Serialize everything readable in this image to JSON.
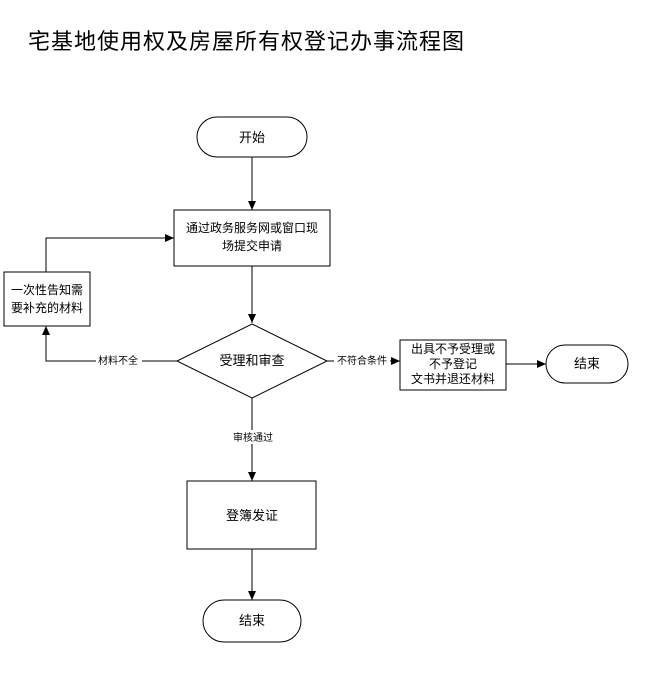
{
  "title": "宅基地使用权及房屋所有权登记办事流程图",
  "nodes": {
    "start": "开始",
    "apply": [
      "通过政务服务网或窗口现",
      "场提交申请"
    ],
    "notify": [
      "一次性告知需",
      "要补充的材料"
    ],
    "review": "受理和审查",
    "reject": [
      "出具不予受理或",
      "不予登记",
      "文书并退还材料"
    ],
    "end_right": "结束",
    "register": "登簿发证",
    "end_bottom": "结束"
  },
  "edges": {
    "incomplete": "材料不全",
    "not_qualified": "不符合条件",
    "approved": "审核通过"
  }
}
